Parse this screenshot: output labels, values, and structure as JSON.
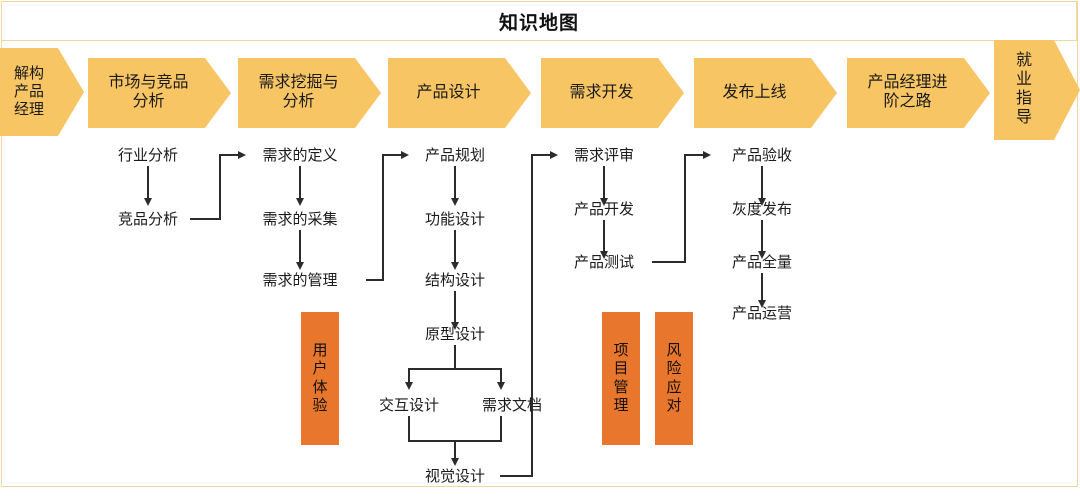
{
  "header": {
    "title": "知识地图"
  },
  "stages": [
    {
      "label_lines": [
        "解构",
        "产品",
        "经理"
      ],
      "name": "stage-deconstruct-pm"
    },
    {
      "label_lines": [
        "市场与竞品",
        "分析"
      ],
      "name": "stage-market-competitor-analysis"
    },
    {
      "label_lines": [
        "需求挖掘与",
        "分析"
      ],
      "name": "stage-requirement-mining-analysis"
    },
    {
      "label_lines": [
        "产品设计"
      ],
      "name": "stage-product-design"
    },
    {
      "label_lines": [
        "需求开发"
      ],
      "name": "stage-requirement-development"
    },
    {
      "label_lines": [
        "发布上线"
      ],
      "name": "stage-release-launch"
    },
    {
      "label_lines": [
        "产品经理进",
        "阶之路"
      ],
      "name": "stage-pm-advanced-path"
    },
    {
      "label_lines": [
        "就",
        "业",
        "指",
        "导"
      ],
      "name": "stage-career-guidance"
    }
  ],
  "nodes": {
    "industry_analysis": "行业分析",
    "competitor_analysis": "竞品分析",
    "requirement_definition": "需求的定义",
    "requirement_collection": "需求的采集",
    "requirement_management": "需求的管理",
    "product_planning": "产品规划",
    "function_design": "功能设计",
    "structure_design": "结构设计",
    "prototype_design": "原型设计",
    "interaction_design": "交互设计",
    "requirement_document": "需求文档",
    "visual_design": "视觉设计",
    "requirement_review": "需求评审",
    "product_development": "产品开发",
    "product_testing": "产品测试",
    "product_acceptance": "产品验收",
    "gray_release": "灰度发布",
    "product_full_volume": "产品全量",
    "product_operation": "产品运营"
  },
  "side_boxes": [
    {
      "name": "box-user-experience",
      "chars": [
        "用",
        "户",
        "体",
        "验"
      ]
    },
    {
      "name": "box-project-management",
      "chars": [
        "项",
        "目",
        "管",
        "理"
      ]
    },
    {
      "name": "box-risk-response",
      "chars": [
        "风",
        "险",
        "应",
        "对"
      ]
    }
  ],
  "colors": {
    "chevron": "#f8c565",
    "side_box": "#e8762c",
    "frame_border": "#f0d79a",
    "connector": "#2b2b2b",
    "text": "#1b1b1b"
  }
}
